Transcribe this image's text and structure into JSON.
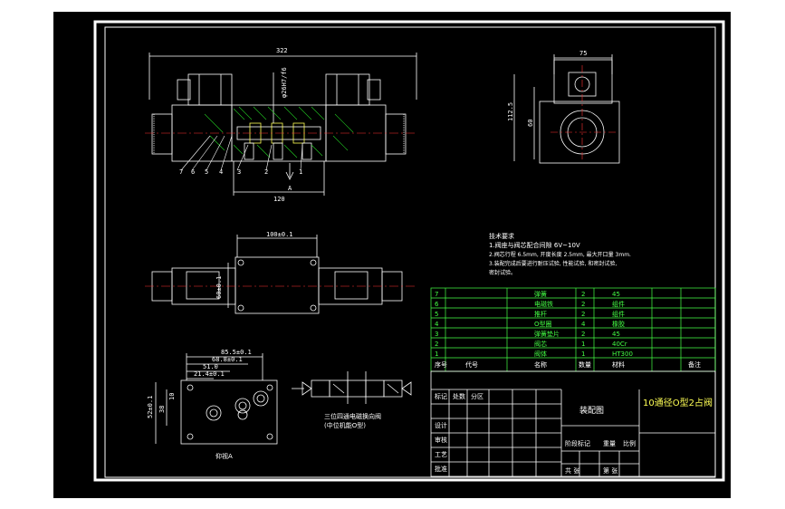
{
  "front_view": {
    "dim_width": "322",
    "dim_bottom": "120",
    "dim_vertical": "φ26H7/f6",
    "section_label": "A",
    "part_numbers": [
      "7",
      "6",
      "5",
      "4",
      "3",
      "2",
      "1"
    ]
  },
  "side_view": {
    "dim_top": "75",
    "dim_outer": "112.5",
    "dim_inner": "60"
  },
  "top_view": {
    "dim_top": "100±0.1",
    "dim_side": "60±0.1"
  },
  "port_view": {
    "dims": [
      "85.5±0.1",
      "68.8±0.1",
      "51.0",
      "21.4±0.1"
    ],
    "dims_vertical": [
      "52±0.1",
      "38",
      "10"
    ],
    "caption": "仰视A"
  },
  "tech_notes": [
    "技术要求",
    "1.阀座与阀芯配合间隙 6V~10V",
    "2.阀芯行程 6.5mm, 开度长度 2.5mm, 最大开口量 3mm.",
    "3.装配完成后要进行耐压试验, 性能试验, 和密封试验,",
    "密封试验。"
  ],
  "symbol_caption": [
    "三位四通电磁换向阀",
    "(中位机能O型)"
  ],
  "bom": {
    "rows": [
      {
        "no": "7",
        "name": "弹簧",
        "qty": "2",
        "material": "45"
      },
      {
        "no": "6",
        "name": "电磁铁",
        "qty": "2",
        "material": "组件"
      },
      {
        "no": "5",
        "name": "推杆",
        "qty": "2",
        "material": "组件"
      },
      {
        "no": "4",
        "name": "O型圈",
        "qty": "4",
        "material": "橡胶"
      },
      {
        "no": "3",
        "name": "弹簧垫片",
        "qty": "2",
        "material": "45"
      },
      {
        "no": "2",
        "name": "阀芯",
        "qty": "1",
        "material": "40Cr"
      },
      {
        "no": "1",
        "name": "阀体",
        "qty": "1",
        "material": "HT300"
      }
    ],
    "header": [
      "序号",
      "代号",
      "名称",
      "数量",
      "材料",
      "备注"
    ]
  },
  "title_block": {
    "drawing_name": "装配图",
    "project": "10通径O型2占阀",
    "labels": [
      "标记",
      "处数",
      "分区",
      "设计",
      "审核",
      "工艺",
      "批准",
      "阶段标记",
      "重量",
      "比例",
      "共 张",
      "第 张"
    ]
  },
  "colors": {
    "background": "#000000",
    "line": "#ffffff",
    "table": "#44ff44",
    "accent": "#ffff55",
    "hatch": "#22cc22",
    "centerline": "#ff3333"
  }
}
